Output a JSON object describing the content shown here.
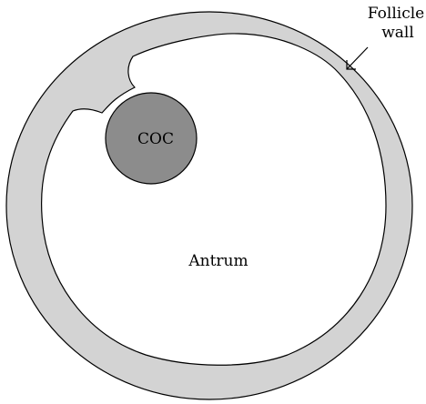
{
  "labels": {
    "coc": "COC",
    "antrum": "Antrum",
    "follicle_wall_line1": "Follicle",
    "follicle_wall_line2": "wall"
  },
  "colors": {
    "follicle_wall_fill": "#d3d3d3",
    "coc_fill": "#8c8c8c",
    "antrum_fill": "#ffffff",
    "stroke": "#000000"
  }
}
